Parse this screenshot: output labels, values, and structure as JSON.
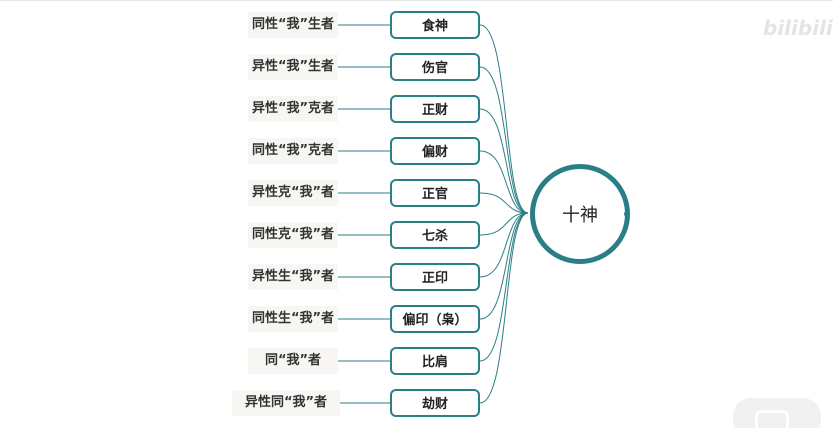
{
  "center": {
    "label": "十神"
  },
  "watermark": "bilibili",
  "rows": [
    {
      "relation": "同性“我”生者",
      "god": "食神"
    },
    {
      "relation": "异性“我”生者",
      "god": "伤官"
    },
    {
      "relation": "异性“我”克者",
      "god": "正财"
    },
    {
      "relation": "同性“我”克者",
      "god": "偏财"
    },
    {
      "relation": "异性克“我”者",
      "god": "正官"
    },
    {
      "relation": "同性克“我”者",
      "god": "七杀"
    },
    {
      "relation": "异性生“我”者",
      "god": "正印"
    },
    {
      "relation": "同性生“我”者",
      "god": "偏印（枭）"
    },
    {
      "relation": "同“我”者",
      "god": "比肩"
    },
    {
      "relation": "异性同“我”者",
      "god": "劫财"
    }
  ]
}
